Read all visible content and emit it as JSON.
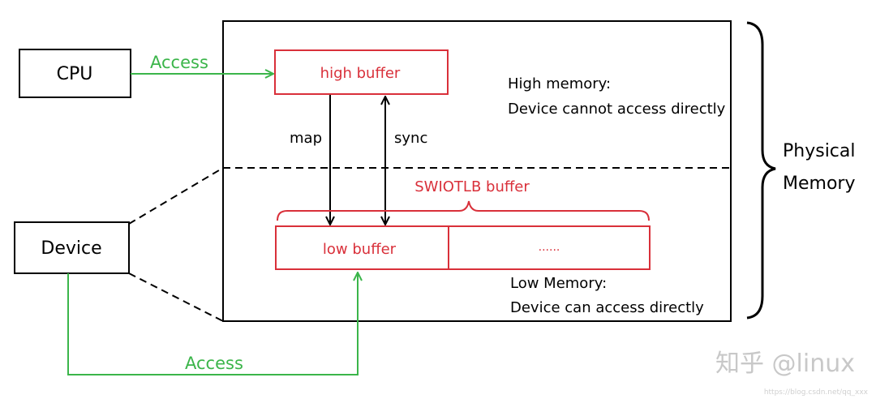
{
  "nodes": {
    "cpu": "CPU",
    "device": "Device",
    "high_buffer": "high buffer",
    "low_buffer": "low buffer",
    "ellipsis": "......",
    "swiotlb": "SWIOTLB buffer"
  },
  "edges": {
    "cpu_access": "Access",
    "device_access": "Access",
    "map": "map",
    "sync": "sync"
  },
  "annotations": {
    "high_memory_line1": "High memory:",
    "high_memory_line2": "Device cannot access directly",
    "low_memory_line1": "Low Memory:",
    "low_memory_line2": "Device can access directly",
    "physical_line1": "Physical",
    "physical_line2": "Memory"
  },
  "watermark": {
    "brand": "知乎 @linux",
    "small": "https://blog.csdn.net/qq_xxx"
  },
  "colors": {
    "black": "#000000",
    "red": "#d9303a",
    "green": "#3bb54a",
    "watermark": "#c8c8c8"
  }
}
